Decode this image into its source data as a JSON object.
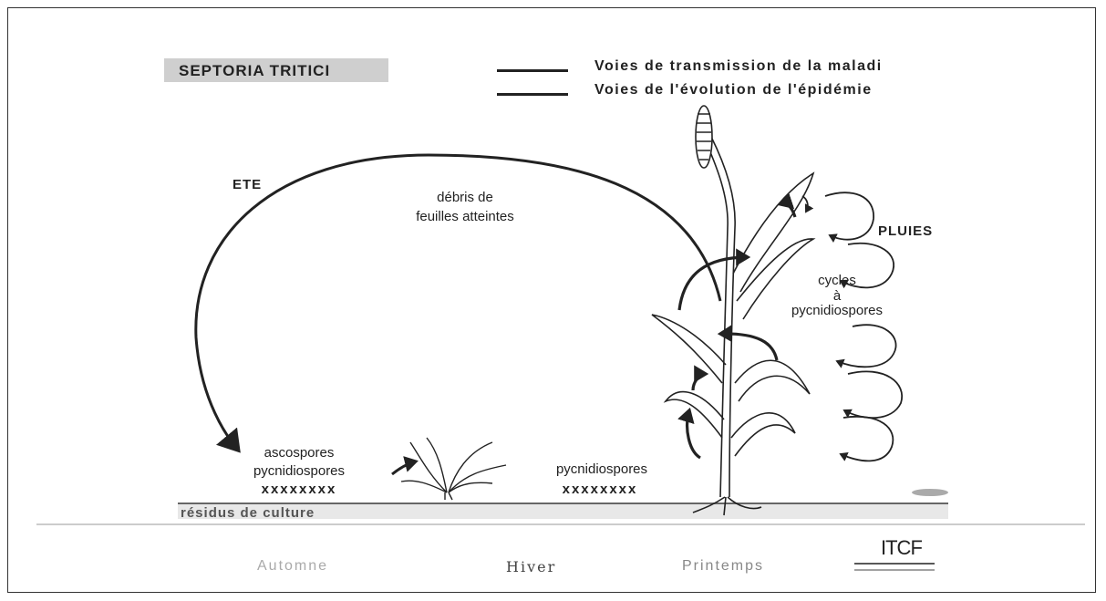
{
  "title": "SEPTORIA TRITICI",
  "legend": {
    "line1": "Voies de transmission de la maladi",
    "line2": "Voies de l'évolution de l'épidémie"
  },
  "labels": {
    "summer": "ETE",
    "debris_line1": "débris de",
    "debris_line2": "feuilles atteintes",
    "rain": "PLUIES",
    "cycles_line1": "cycles",
    "cycles_line2": "à",
    "cycles_line3": "pycnidiospores",
    "spores_left_line1": "ascospores",
    "spores_left_line2": "pycnidiospores",
    "spores_left_marks": "xxxxxxxx",
    "spores_mid": "pycnidiospores",
    "spores_mid_marks": "xxxxxxxx",
    "residues": "résidus de culture"
  },
  "seasons": {
    "autumn": "Automne",
    "winter": "Hiver",
    "spring": "Printemps"
  },
  "logo": "ITCF"
}
